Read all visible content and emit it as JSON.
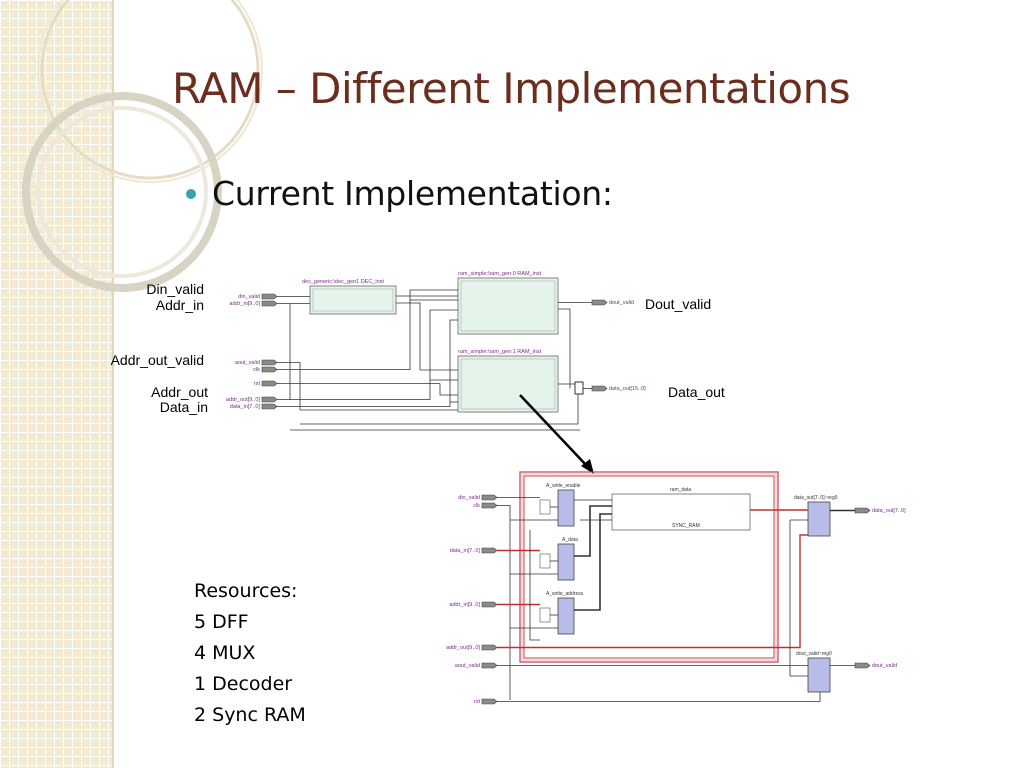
{
  "slide": {
    "title": "RAM – Different Implementations",
    "bullet": "Current Implementation:"
  },
  "top_schematic": {
    "instances": {
      "decoder": "dec_generic:\\dec_gen1 DEC_inst",
      "ram0": "ram_simple:\\ram_gen:0 RAM_inst",
      "ram1": "ram_simple:\\ram_gen:1 RAM_inst"
    },
    "ports": {
      "din_valid": "din_valid",
      "addr_in": "addr_in[9..0]",
      "aout_valid": "aout_valid",
      "clk": "clk",
      "rst": "rst",
      "addr_out": "addr_out[9..0]",
      "data_in": "data_in[7..0]",
      "dout_valid": "dout_valid",
      "data_out": "data_out[15..0]"
    },
    "annotations": {
      "din_valid": "Din_valid",
      "addr_in": "Addr_in",
      "addr_out_valid": "Addr_out_valid",
      "addr_out": "Addr_out",
      "data_in": "Data_in",
      "dout_valid": "Dout_valid",
      "data_out": "Data_out"
    }
  },
  "bottom_schematic": {
    "blocks": {
      "write_enable": "A_write_enable",
      "data": "A_data",
      "write_address": "A_write_address",
      "ram": "ram_data",
      "ram_type": "SYNC_RAM",
      "data_out_reg": "data_out[7..0]~reg0",
      "dout_valid_reg": "dout_valid~reg0"
    },
    "ports": {
      "din_valid": "din_valid",
      "clk": "clk",
      "data_in": "data_in[7..0]",
      "addr_in": "addr_in[9..0]",
      "addr_out": "addr_out[9..0]",
      "aout_valid": "aout_valid",
      "rst": "rst",
      "data_out": "data_out[7..0]",
      "dout_valid": "dout_valid"
    }
  },
  "resources": {
    "heading": "Resources:",
    "items": [
      "5 DFF",
      "4 MUX",
      "1 Decoder",
      "2 Sync RAM"
    ]
  }
}
